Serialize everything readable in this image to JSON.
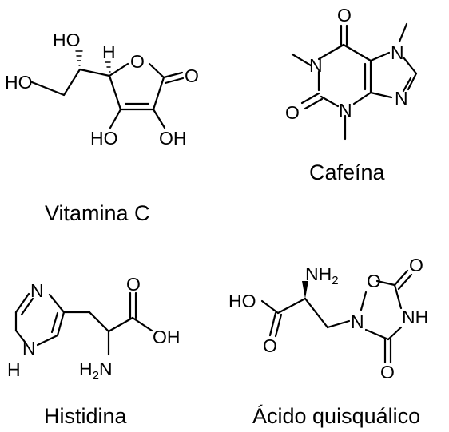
{
  "molecules": {
    "vitamin_c": {
      "name": "Vitamina C",
      "atoms": {
        "ho_side": "HO",
        "ho_top": "HO",
        "h": "H",
        "o_ring": "O",
        "o_carbonyl": "O",
        "ho_bottom_left": "HO",
        "oh_bottom_right": "OH"
      }
    },
    "caffeine": {
      "name": "Cafeína",
      "atoms": {
        "o_top": "O",
        "n1": "N",
        "n7": "N",
        "o_left": "O",
        "n3": "N",
        "n9": "N"
      }
    },
    "histidine": {
      "name": "Histidina",
      "atoms": {
        "n_top": "N",
        "n_bottom": "N",
        "h_nh": "H",
        "o_carbonyl": "O",
        "oh": "OH",
        "h2n_main": "H",
        "h2n_sub": "2",
        "h2n_n": "N"
      }
    },
    "quisqualic_acid": {
      "name": "Ácido quisquálico",
      "atoms": {
        "ho": "HO",
        "o_carbonyl": "O",
        "nh2_n": "NH",
        "nh2_sub": "2",
        "o_ring": "O",
        "o_top": "O",
        "n_ring": "N",
        "nh": "NH",
        "o_bottom": "O"
      }
    }
  }
}
